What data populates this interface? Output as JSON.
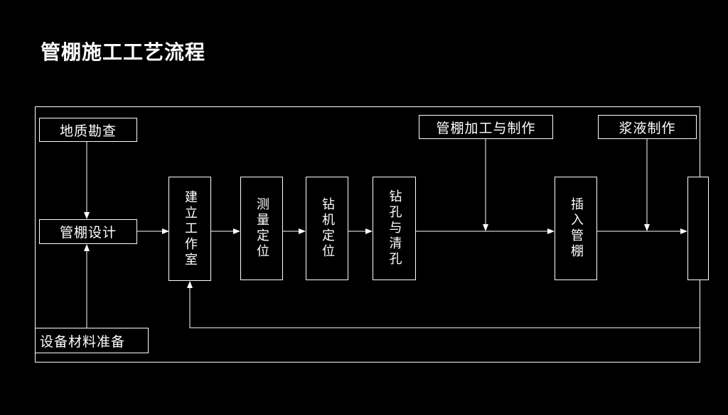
{
  "title": "管棚施工工艺流程",
  "boxes": {
    "geology": "地质勘查",
    "design": "管棚设计",
    "equipment": "设备材料准备",
    "workshop": "建立工作室",
    "survey": "测量定位",
    "drill_position": "钻机定位",
    "drill_clean": "钻孔与清孔",
    "pipe_fabrication": "管棚加工与制作",
    "insert_pipe": "插入管棚",
    "grout_prep": "浆液制作"
  }
}
